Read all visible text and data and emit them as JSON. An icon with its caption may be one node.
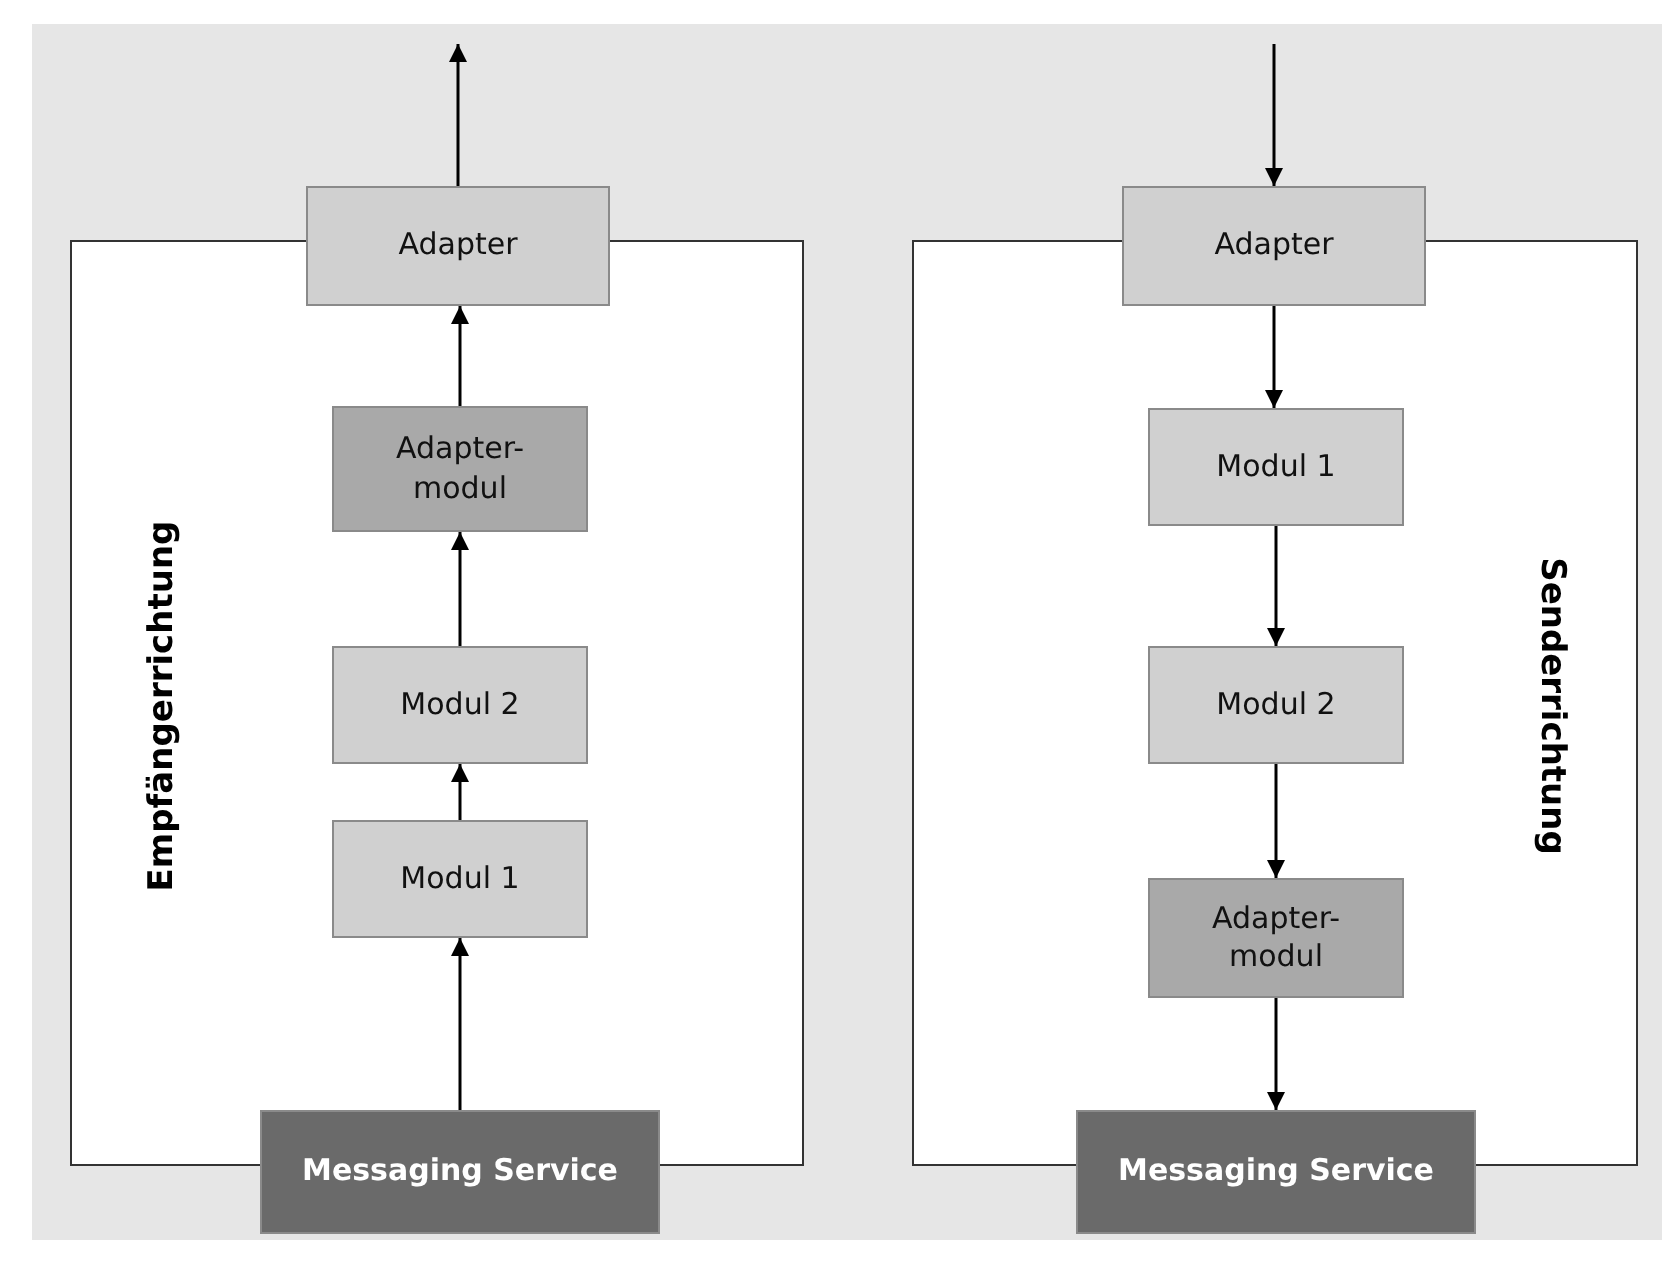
{
  "diagram": {
    "nodes": [
      {
        "text": [
          "Empfängerrichtung"
        ]
      },
      {
        "text": [
          "Adapter"
        ]
      },
      {
        "text": [
          "Adapter-modul"
        ],
        "in": 0
      },
      {
        "text": [
          "Modul 2"
        ],
        "in": 0
      },
      {
        "text": [
          "Modul 1"
        ],
        "in": 0
      },
      {
        "text": [
          "Messaging Service"
        ]
      },
      {
        "text": [
          "Senderrichtung"
        ]
      },
      {
        "text": [
          "Adapter"
        ]
      },
      {
        "text": [
          "Modul 1"
        ],
        "in": 6
      },
      {
        "text": [
          "Modul 2"
        ],
        "in": 6
      },
      {
        "text": [
          "Adapter-modul"
        ],
        "in": 6
      },
      {
        "text": [
          "Messaging Service"
        ]
      }
    ],
    "edges": [
      {
        "from": 5,
        "to": 4,
        "arrow": "to"
      },
      {
        "from": 4,
        "to": 3,
        "arrow": "to"
      },
      {
        "from": 3,
        "to": 2,
        "arrow": "to"
      },
      {
        "from": 2,
        "to": 1,
        "arrow": "to"
      },
      {
        "from": 1,
        "to": null,
        "arrow": "to"
      },
      {
        "from": null,
        "to": 7,
        "arrow": "to"
      },
      {
        "from": 7,
        "to": 8,
        "arrow": "to"
      },
      {
        "from": 8,
        "to": 9,
        "arrow": "to"
      },
      {
        "from": 9,
        "to": 10,
        "arrow": "to"
      },
      {
        "from": 10,
        "to": 11,
        "arrow": "to"
      }
    ]
  }
}
